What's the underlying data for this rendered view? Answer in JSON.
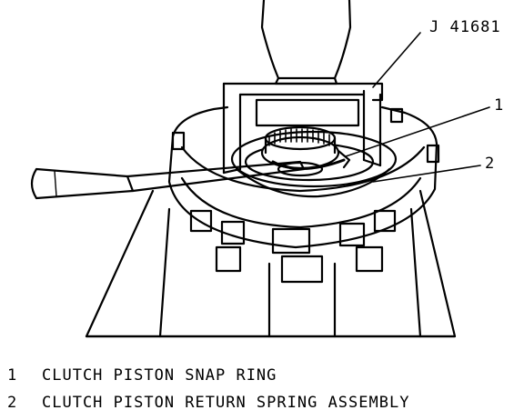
{
  "tool_label": "J 41681",
  "callouts": [
    "1",
    "2"
  ],
  "legend": [
    {
      "num": "1",
      "text": "CLUTCH PISTON SNAP RING"
    },
    {
      "num": "2",
      "text": "CLUTCH PISTON RETURN SPRING ASSEMBLY"
    }
  ]
}
